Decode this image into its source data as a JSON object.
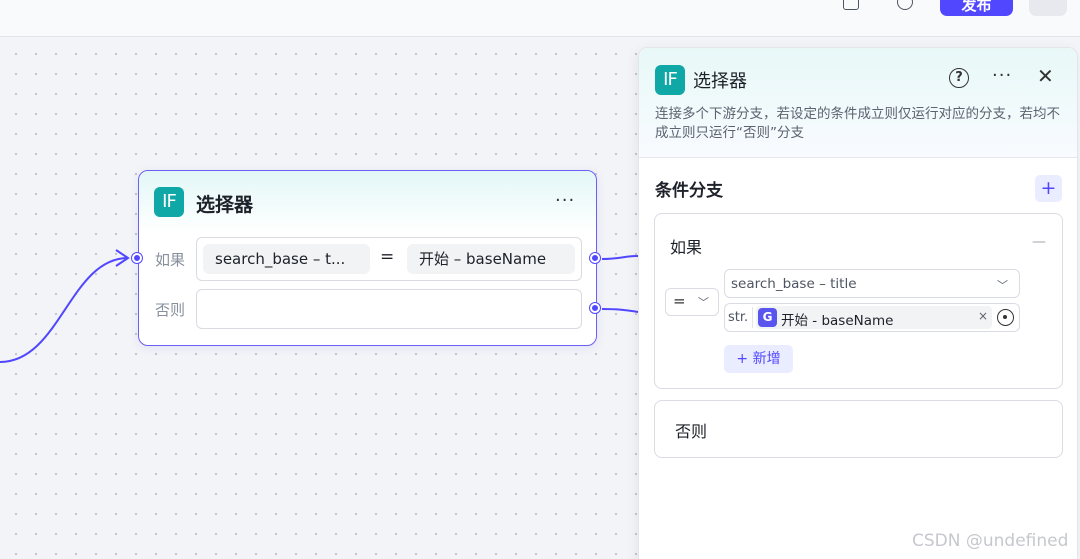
{
  "toolbar": {
    "publish_label": "发布",
    "phone_icon": "phone-icon",
    "clock_icon": "clock-icon"
  },
  "node": {
    "badge": "IF",
    "title": "选择器",
    "more": "···",
    "if_label": "如果",
    "else_label": "否则",
    "left_operand": "search_base – t...",
    "operator": "=",
    "right_operand": "开始 – baseName"
  },
  "panel": {
    "badge": "IF",
    "title": "选择器",
    "help": "?",
    "more": "···",
    "close": "✕",
    "description": "连接多个下游分支，若设定的条件成立则仅运行对应的分支，若均不成立则只运行“否则”分支",
    "section_title": "条件分支",
    "add_branch": "+",
    "branch_if": {
      "label": "如果",
      "collapse": "—",
      "operator": "=",
      "left_value": "search_base – title",
      "type_tag": "str.",
      "ref_icon": "G",
      "right_value": "开始 - baseName",
      "clear": "×",
      "add_condition": "+ 新增"
    },
    "branch_else": {
      "label": "否则"
    }
  },
  "watermark": "CSDN @undefined",
  "colors": {
    "accent": "#5147ff",
    "badge": "#10a8a6",
    "node_border": "#6a60f5"
  }
}
